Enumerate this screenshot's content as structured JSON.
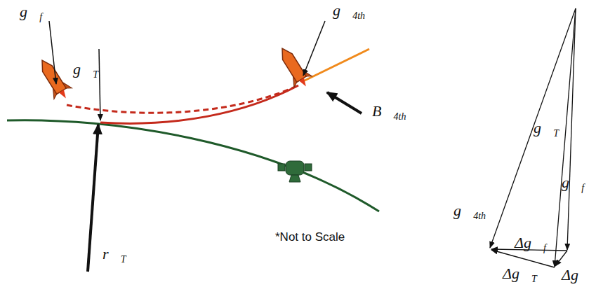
{
  "diagram": {
    "labels": [
      "g⃗f",
      "g⃗T",
      "g⃗4th",
      "B⃗4th",
      "r⃗T",
      "*Not to Scale",
      "g⃗T",
      "g⃗f",
      "g⃗4th",
      "Δg⃗f",
      "Δg⃗T",
      "Δg⃗"
    ]
  }
}
